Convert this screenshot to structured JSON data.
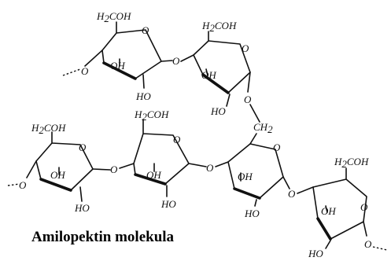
{
  "caption": "Amilopektin molekula",
  "atoms": {
    "ch2oh": "H",
    "ch2oh_sub": "2",
    "ch2oh_rest": "COH",
    "ring_o": "O",
    "hydroxyl": "OH",
    "hydroxyl_rev": "HO",
    "glyco_o": "O",
    "methylene": "CH",
    "methylene_sub": "2"
  },
  "colors": {
    "ink": "#111111",
    "background": "#ffffff"
  }
}
